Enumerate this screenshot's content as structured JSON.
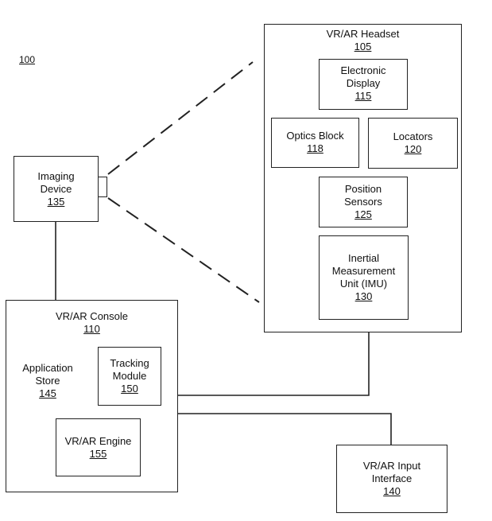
{
  "figure_number": "100",
  "headset": {
    "title": "VR/AR Headset",
    "number": "105"
  },
  "display": {
    "line1": "Electronic",
    "line2": "Display",
    "number": "115"
  },
  "optics": {
    "line1": "Optics Block",
    "number": "118"
  },
  "locators": {
    "line1": "Locators",
    "number": "120"
  },
  "position": {
    "line1": "Position",
    "line2": "Sensors",
    "number": "125"
  },
  "imu": {
    "line1": "Inertial",
    "line2": "Measurement",
    "line3": "Unit (IMU)",
    "number": "130"
  },
  "imaging": {
    "line1": "Imaging",
    "line2": "Device",
    "number": "135"
  },
  "console": {
    "title": "VR/AR Console",
    "number": "110"
  },
  "app_store": {
    "line1": "Application",
    "line2": "Store",
    "number": "145"
  },
  "tracking": {
    "line1": "Tracking",
    "line2": "Module",
    "number": "150"
  },
  "engine": {
    "line1": "VR/AR Engine",
    "number": "155"
  },
  "input": {
    "line1": "VR/AR Input",
    "line2": "Interface",
    "number": "140"
  }
}
